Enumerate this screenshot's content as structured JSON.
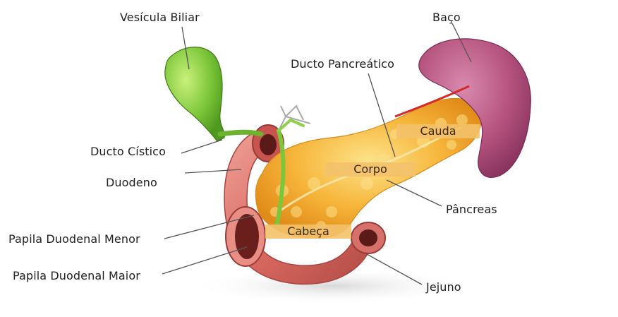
{
  "labels": {
    "gallbladder": "Vesícula Biliar",
    "spleen": "Baço",
    "pancreatic_duct": "Ducto Pancreático",
    "tail": "Cauda",
    "cystic_duct": "Ducto Cístico",
    "duodenum": "Duodeno",
    "body": "Corpo",
    "pancreas": "Pâncreas",
    "minor_papilla": "Papila Duodenal Menor",
    "head": "Cabeça",
    "major_papilla": "Papila Duodenal Maior",
    "jejunum": "Jejuno"
  },
  "colors": {
    "gallbladder": "#7cc63a",
    "spleen": "#b5537e",
    "pancreas": "#f2a62a",
    "duodenum": "#d96a62",
    "tag_fill": "#f3c16a",
    "leader_line": "#555555"
  }
}
